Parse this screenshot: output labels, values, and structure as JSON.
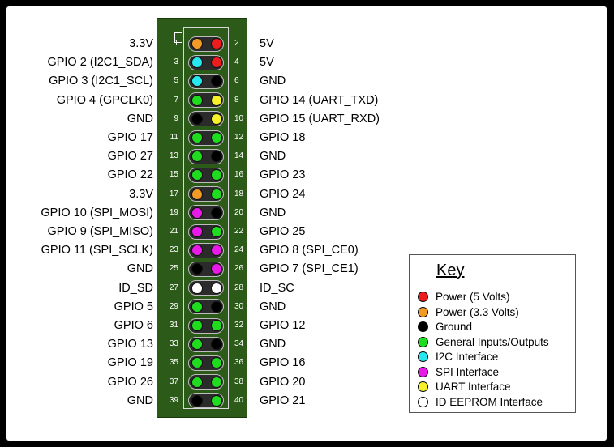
{
  "colors": {
    "power5": "#ee1c1c",
    "power33": "#f29a26",
    "ground": "#000000",
    "gpio": "#1fdc1f",
    "i2c": "#26e8ef",
    "spi": "#e71ae8",
    "uart": "#f6f22a",
    "eeprom": "#ffffff"
  },
  "pins": [
    {
      "left": {
        "num": "1",
        "label": "3.3V",
        "type": "power33"
      },
      "right": {
        "num": "2",
        "label": "5V",
        "type": "power5"
      }
    },
    {
      "left": {
        "num": "3",
        "label": "GPIO 2 (I2C1_SDA)",
        "type": "i2c"
      },
      "right": {
        "num": "4",
        "label": "5V",
        "type": "power5"
      }
    },
    {
      "left": {
        "num": "5",
        "label": "GPIO 3 (I2C1_SCL)",
        "type": "i2c"
      },
      "right": {
        "num": "6",
        "label": "GND",
        "type": "ground"
      }
    },
    {
      "left": {
        "num": "7",
        "label": "GPIO 4 (GPCLK0)",
        "type": "gpio"
      },
      "right": {
        "num": "8",
        "label": "GPIO 14 (UART_TXD)",
        "type": "uart"
      }
    },
    {
      "left": {
        "num": "9",
        "label": "GND",
        "type": "ground"
      },
      "right": {
        "num": "10",
        "label": "GPIO 15 (UART_RXD)",
        "type": "uart"
      }
    },
    {
      "left": {
        "num": "11",
        "label": "GPIO 17",
        "type": "gpio"
      },
      "right": {
        "num": "12",
        "label": "GPIO 18",
        "type": "gpio"
      }
    },
    {
      "left": {
        "num": "13",
        "label": "GPIO 27",
        "type": "gpio"
      },
      "right": {
        "num": "14",
        "label": "GND",
        "type": "ground"
      }
    },
    {
      "left": {
        "num": "15",
        "label": "GPIO 22",
        "type": "gpio"
      },
      "right": {
        "num": "16",
        "label": "GPIO 23",
        "type": "gpio"
      }
    },
    {
      "left": {
        "num": "17",
        "label": "3.3V",
        "type": "power33"
      },
      "right": {
        "num": "18",
        "label": "GPIO 24",
        "type": "gpio"
      }
    },
    {
      "left": {
        "num": "19",
        "label": "GPIO 10 (SPI_MOSI)",
        "type": "spi"
      },
      "right": {
        "num": "20",
        "label": "GND",
        "type": "ground"
      }
    },
    {
      "left": {
        "num": "21",
        "label": "GPIO 9 (SPI_MISO)",
        "type": "spi"
      },
      "right": {
        "num": "22",
        "label": "GPIO 25",
        "type": "gpio"
      }
    },
    {
      "left": {
        "num": "23",
        "label": "GPIO 11 (SPI_SCLK)",
        "type": "spi"
      },
      "right": {
        "num": "24",
        "label": "GPIO 8 (SPI_CE0)",
        "type": "spi"
      }
    },
    {
      "left": {
        "num": "25",
        "label": "GND",
        "type": "ground"
      },
      "right": {
        "num": "26",
        "label": "GPIO 7 (SPI_CE1)",
        "type": "spi"
      }
    },
    {
      "left": {
        "num": "27",
        "label": "ID_SD",
        "type": "eeprom"
      },
      "right": {
        "num": "28",
        "label": "ID_SC",
        "type": "eeprom"
      }
    },
    {
      "left": {
        "num": "29",
        "label": "GPIO 5",
        "type": "gpio"
      },
      "right": {
        "num": "30",
        "label": "GND",
        "type": "ground"
      }
    },
    {
      "left": {
        "num": "31",
        "label": "GPIO 6",
        "type": "gpio"
      },
      "right": {
        "num": "32",
        "label": "GPIO 12",
        "type": "gpio"
      }
    },
    {
      "left": {
        "num": "33",
        "label": "GPIO 13",
        "type": "gpio"
      },
      "right": {
        "num": "34",
        "label": "GND",
        "type": "ground"
      }
    },
    {
      "left": {
        "num": "35",
        "label": "GPIO 19",
        "type": "gpio"
      },
      "right": {
        "num": "36",
        "label": "GPIO 16",
        "type": "gpio"
      }
    },
    {
      "left": {
        "num": "37",
        "label": "GPIO 26",
        "type": "gpio"
      },
      "right": {
        "num": "38",
        "label": "GPIO 20",
        "type": "gpio"
      }
    },
    {
      "left": {
        "num": "39",
        "label": "GND",
        "type": "ground"
      },
      "right": {
        "num": "40",
        "label": "GPIO 21",
        "type": "gpio"
      }
    }
  ],
  "key": {
    "title": "Key",
    "items": [
      {
        "type": "power5",
        "label": "Power (5 Volts)"
      },
      {
        "type": "power33",
        "label": "Power (3.3 Volts)"
      },
      {
        "type": "ground",
        "label": "Ground"
      },
      {
        "type": "gpio",
        "label": "General Inputs/Outputs"
      },
      {
        "type": "i2c",
        "label": "I2C Interface"
      },
      {
        "type": "spi",
        "label": "SPI Interface"
      },
      {
        "type": "uart",
        "label": "UART Interface"
      },
      {
        "type": "eeprom",
        "label": "ID EEPROM Interface"
      }
    ]
  }
}
